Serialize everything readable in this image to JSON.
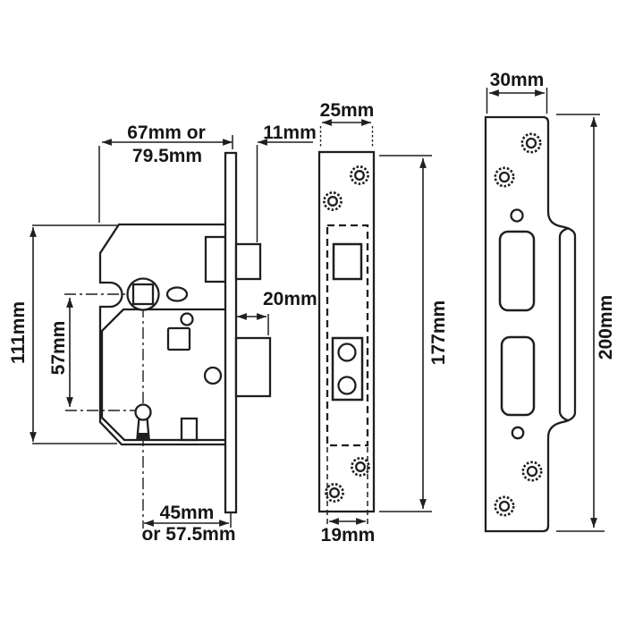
{
  "colors": {
    "line": "#1f1f1f",
    "background": "#ffffff"
  },
  "views": {
    "lock_body": {
      "label_width_primary": "67mm or",
      "label_width_secondary": "79.5mm",
      "label_faceplate_offset": "11mm",
      "label_case_height": "111mm",
      "label_spindle_to_keyhole": "57mm",
      "label_bolt_throw": "20mm",
      "label_backset_primary": "45mm",
      "label_backset_secondary": "or 57.5mm"
    },
    "faceplate": {
      "label_width": "25mm",
      "label_inner_width": "19mm",
      "label_height": "177mm"
    },
    "strike_plate": {
      "label_width": "30mm",
      "label_height": "200mm"
    }
  }
}
